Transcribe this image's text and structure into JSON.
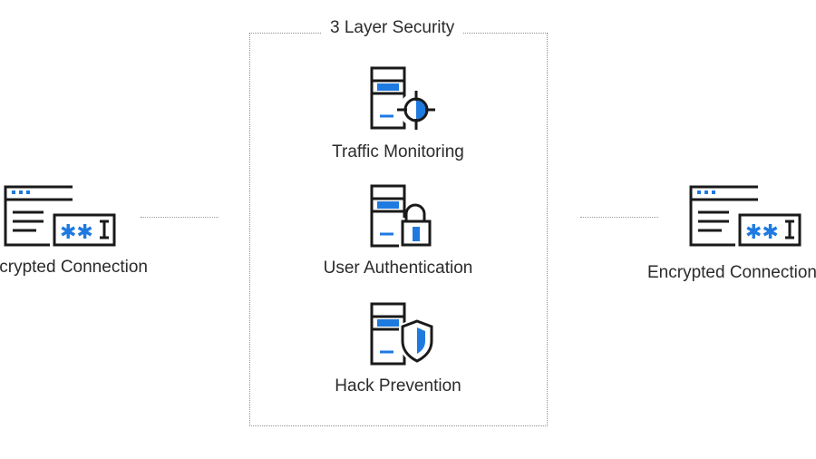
{
  "group": {
    "title": "3 Layer Security"
  },
  "left_endpoint": {
    "label": "Encrypted Connection",
    "icon": "encrypted-browser-icon"
  },
  "right_endpoint": {
    "label": "Encrypted Connection",
    "icon": "encrypted-browser-icon"
  },
  "layers": [
    {
      "label": "Traffic Monitoring",
      "icon": "server-target-icon"
    },
    {
      "label": "User Authentication",
      "icon": "server-lock-icon"
    },
    {
      "label": "Hack Prevention",
      "icon": "server-shield-icon"
    }
  ],
  "colors": {
    "accent": "#1f7ae0",
    "ink": "#1a1a1a",
    "line": "#9a9a9a"
  }
}
